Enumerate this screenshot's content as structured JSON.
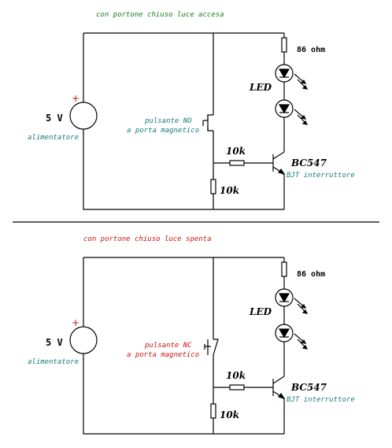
{
  "circuits": [
    {
      "caption": "con portone chiuso  luce accesa",
      "caption_color": "green",
      "supply_plus": "+",
      "supply_voltage": "5  V",
      "supply_name": "alimentatore",
      "resistor_top": "86 ohm",
      "led_label": "LED",
      "switch_label_1": "pulsante NO",
      "switch_label_2": "a porta magnetico",
      "resistor_base": "10k",
      "resistor_pulldown": "10k",
      "transistor": "BC547",
      "transistor_desc": "BJT interruttore"
    },
    {
      "caption": "con portone chiuso  luce spenta",
      "caption_color": "red",
      "supply_plus": "+",
      "supply_voltage": "5  V",
      "supply_name": "alimentatore",
      "resistor_top": "86 ohm",
      "led_label": "LED",
      "switch_label_1": "pulsante NC",
      "switch_label_2": "a porta magnetico",
      "resistor_base": "10k",
      "resistor_pulldown": "10k",
      "transistor": "BC547",
      "transistor_desc": "BJT interruttore"
    }
  ]
}
